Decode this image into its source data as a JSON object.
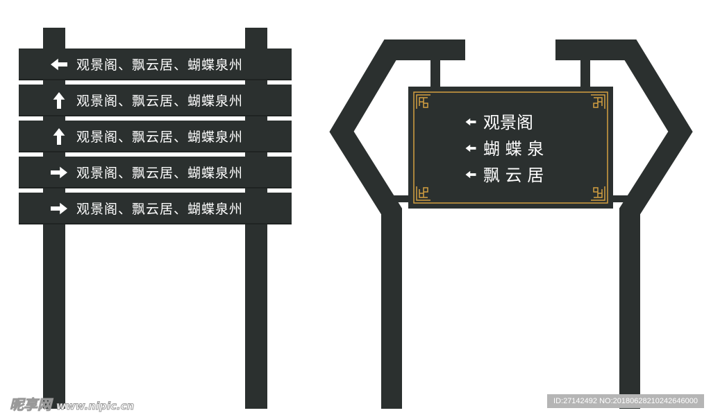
{
  "colors": {
    "sign": "#2b302f",
    "border": "#d4a040",
    "text": "#ffffff"
  },
  "left_sign": {
    "boards": [
      {
        "arrow": "arrow-left-icon",
        "text": "观景阁、飘云居、蝴蝶泉州"
      },
      {
        "arrow": "arrow-up-icon",
        "text": "观景阁、飘云居、蝴蝶泉州"
      },
      {
        "arrow": "arrow-up-icon",
        "text": "观景阁、飘云居、蝴蝶泉州"
      },
      {
        "arrow": "arrow-right-icon",
        "text": "观景阁、飘云居、蝴蝶泉州"
      },
      {
        "arrow": "arrow-right-icon",
        "text": "观景阁、飘云居、蝴蝶泉州"
      }
    ]
  },
  "right_sign": {
    "lines": [
      {
        "arrow": "arrow-left-icon",
        "text": "观景阁"
      },
      {
        "arrow": "arrow-left-icon",
        "text": "蝴 蝶 泉"
      },
      {
        "arrow": "arrow-left-icon",
        "text": "飘 云 居"
      }
    ]
  },
  "watermark": {
    "logo": "昵享网",
    "site": "www.nipic.cn"
  },
  "image_id": "ID:27142492 NO:20180628210242646000"
}
